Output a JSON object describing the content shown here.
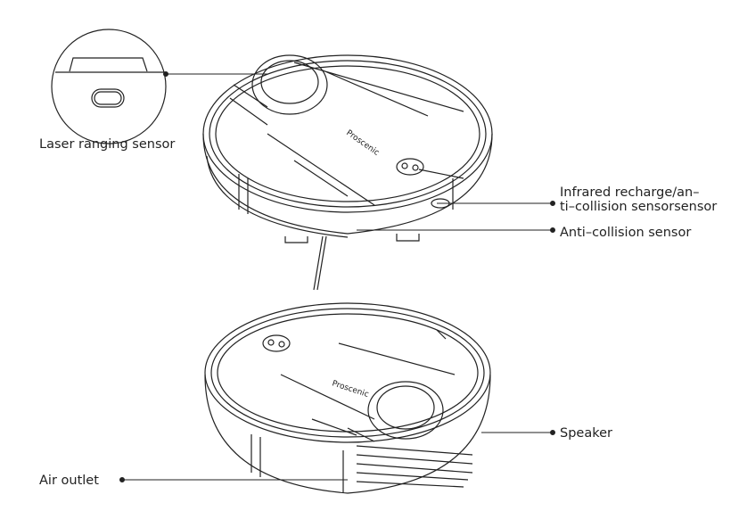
{
  "labels": {
    "laser": "Laser ranging sensor",
    "infrared_line1": "Infrared recharge/an–",
    "infrared_line2": "ti–collision sensorsensor",
    "anticollision": "Anti–collision sensor",
    "speaker": "Speaker",
    "air_outlet": "Air outlet"
  },
  "logo": "Proscenic",
  "colors": {
    "line": "#222222",
    "background": "#ffffff"
  }
}
